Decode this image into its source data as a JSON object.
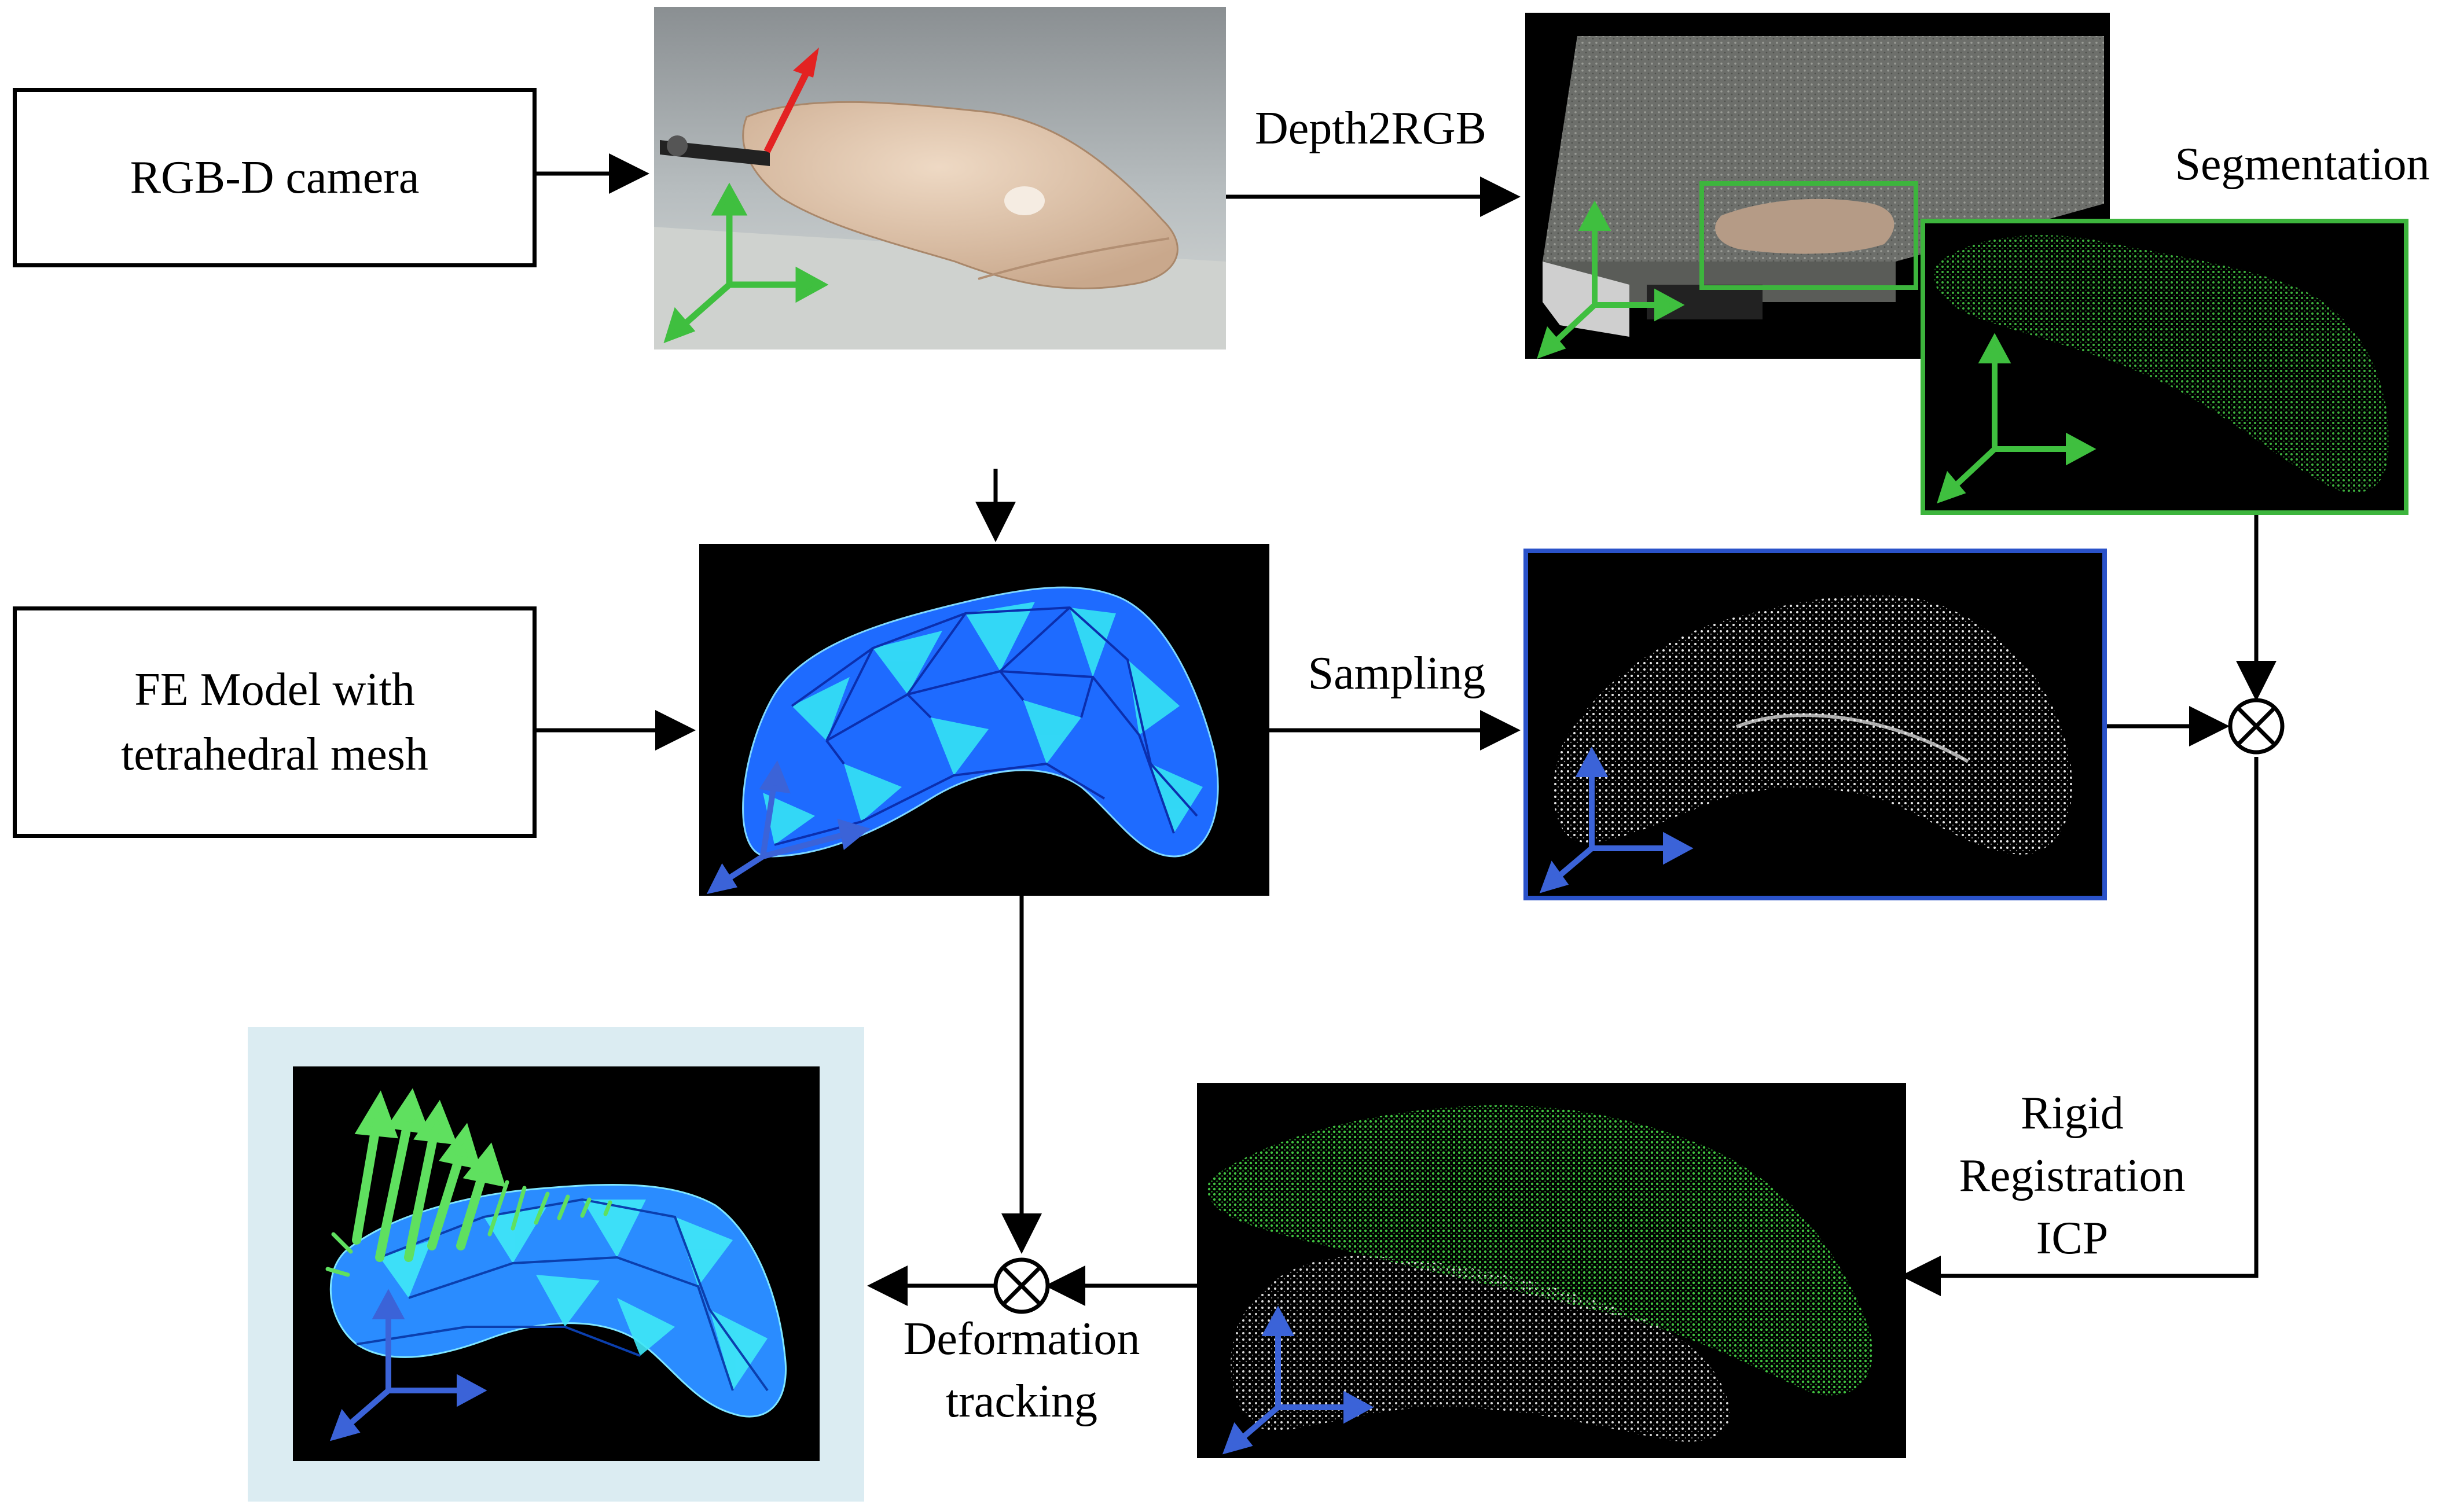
{
  "boxes": {
    "rgbd": "RGB-D camera",
    "fe_line1": "FE Model with",
    "fe_line2": "tetrahedral mesh"
  },
  "labels": {
    "depth2rgb": "Depth2RGB",
    "segmentation": "Segmentation",
    "sampling": "Sampling",
    "rigid_line1": "Rigid",
    "rigid_line2": "Registration",
    "rigid_line3": "ICP",
    "deform_line1": "Deformation",
    "deform_line2": "tracking"
  },
  "panels": [
    {
      "id": "camera-photo",
      "desc_icon": "liver-phantom-photo"
    },
    {
      "id": "depth-scene",
      "desc_icon": "depth-point-cloud"
    },
    {
      "id": "segmented-cloud",
      "desc_icon": "green-point-cloud"
    },
    {
      "id": "fe-mesh",
      "desc_icon": "tetrahedral-mesh"
    },
    {
      "id": "sampled-cloud",
      "desc_icon": "white-point-cloud"
    },
    {
      "id": "registered-clouds",
      "desc_icon": "overlaid-point-clouds"
    },
    {
      "id": "deformation-result",
      "desc_icon": "deformation-vectors"
    }
  ],
  "colors": {
    "green_frame": "#3db53d",
    "blue_frame": "#2a52c9",
    "result_bg": "#dbecf2",
    "mesh_blue": "#1e6bff",
    "mesh_cyan": "#35e3f5",
    "axis_green": "#3fbf3f",
    "axis_blue": "#3b63d8",
    "axis_red": "#e32222"
  }
}
